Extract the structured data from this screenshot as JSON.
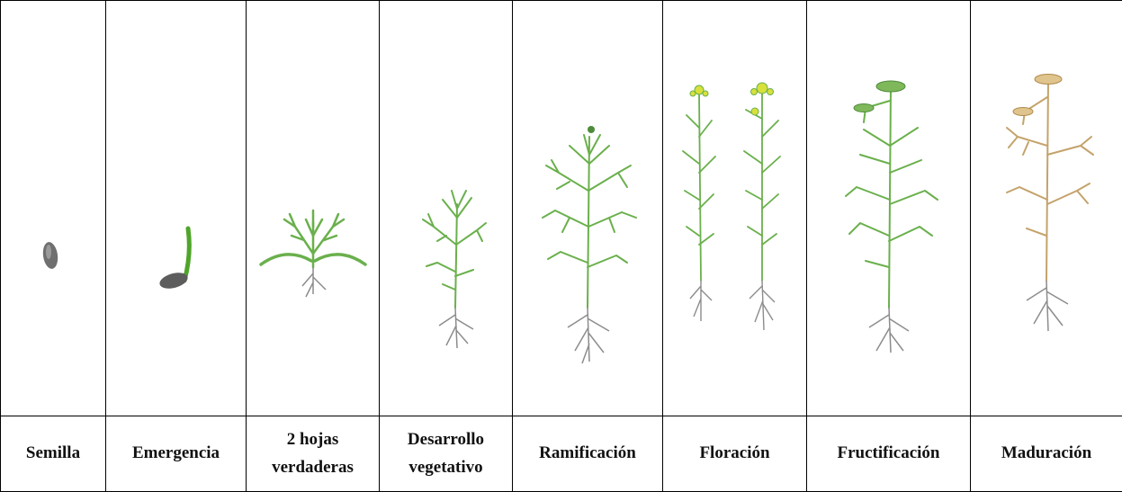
{
  "stages": [
    {
      "label": "Semilla"
    },
    {
      "label": "Emergencia"
    },
    {
      "label": "2 hojas\nverdaderas"
    },
    {
      "label": "Desarrollo\nvegetativo"
    },
    {
      "label": "Ramificación"
    },
    {
      "label": "Floración"
    },
    {
      "label": "Fructificación"
    },
    {
      "label": "Maduración"
    }
  ],
  "colors": {
    "seed": "#6f6f6f",
    "leaf": "#6ab04c",
    "stem": "#5aa43a",
    "root": "#8c8c8c",
    "flower": "#d8e03a",
    "mature": "#c4a36b"
  }
}
